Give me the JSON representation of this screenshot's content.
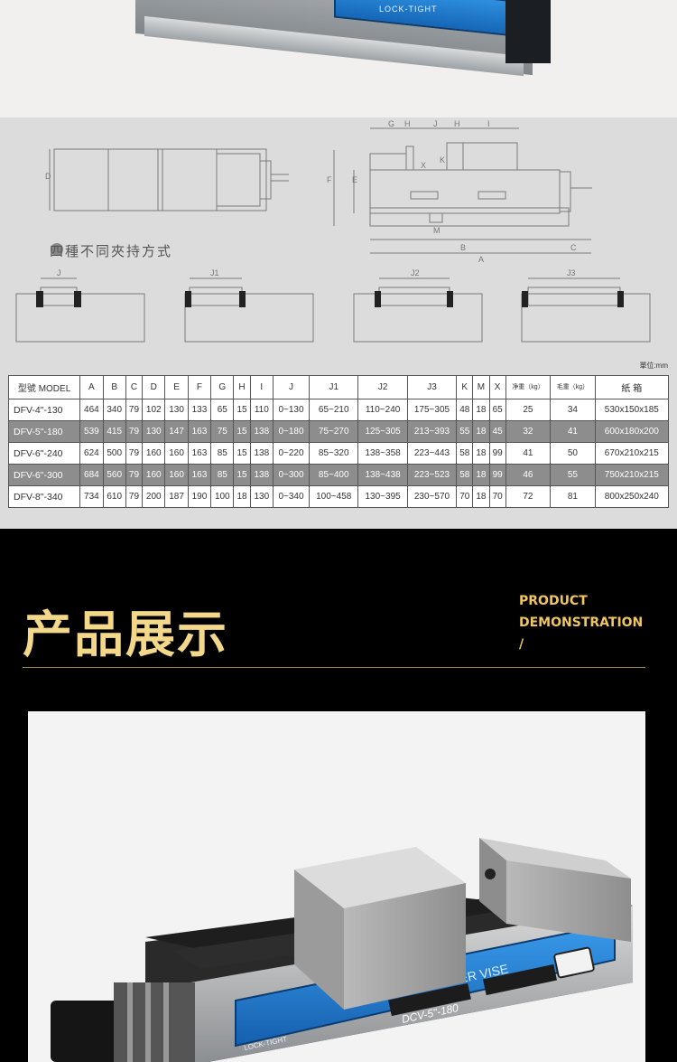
{
  "top_photo": {
    "brand_label": "LOCK-TIGHT"
  },
  "drawing": {
    "dim_labels": [
      "G",
      "H",
      "J",
      "H",
      "I",
      "X",
      "K",
      "F",
      "E",
      "D",
      "B",
      "A",
      "C",
      "M"
    ],
    "clamp_caption": "四種不同夾持方式",
    "variant_labels": [
      "J",
      "J1",
      "J2",
      "J3"
    ],
    "unit": "單位:mm"
  },
  "table": {
    "headers": [
      "型號 MODEL",
      "A",
      "B",
      "C",
      "D",
      "E",
      "F",
      "G",
      "H",
      "I",
      "J",
      "J1",
      "J2",
      "J3",
      "K",
      "M",
      "X",
      "净重（kg）",
      "毛重（kg）",
      "紙 箱"
    ],
    "rows": [
      [
        "DFV-4\"-130",
        "464",
        "340",
        "79",
        "102",
        "130",
        "133",
        "65",
        "15",
        "110",
        "0~130",
        "65~210",
        "110~240",
        "175~305",
        "48",
        "18",
        "65",
        "25",
        "34",
        "530x150x185"
      ],
      [
        "DFV-5\"-180",
        "539",
        "415",
        "79",
        "130",
        "147",
        "163",
        "75",
        "15",
        "138",
        "0~180",
        "75~270",
        "125~305",
        "213~393",
        "55",
        "18",
        "45",
        "32",
        "41",
        "600x180x200"
      ],
      [
        "DFV-6\"-240",
        "624",
        "500",
        "79",
        "160",
        "160",
        "163",
        "85",
        "15",
        "138",
        "0~220",
        "85~320",
        "138~358",
        "223~443",
        "58",
        "18",
        "99",
        "41",
        "50",
        "670x210x215"
      ],
      [
        "DFV-6\"-300",
        "684",
        "560",
        "79",
        "160",
        "160",
        "163",
        "85",
        "15",
        "138",
        "0~300",
        "85~400",
        "138~438",
        "223~523",
        "58",
        "18",
        "99",
        "46",
        "55",
        "750x210x215"
      ],
      [
        "DFV-8\"-340",
        "734",
        "610",
        "79",
        "200",
        "187",
        "190",
        "100",
        "18",
        "130",
        "0~340",
        "100~458",
        "130~395",
        "230~570",
        "70",
        "18",
        "70",
        "72",
        "81",
        "800x250x240"
      ]
    ]
  },
  "demo": {
    "title": "产品展示",
    "en_line1": "PRODUCT",
    "en_line2": "DEMONSTRATION",
    "en_line3": "/"
  },
  "photo": {
    "vise_text": "MC COMPACT POWER VISE",
    "model_text": "DCV-5\"-180",
    "brand_label": "LOCK-TIGHT"
  },
  "colors": {
    "gold": "#f4d88a",
    "blue": "#1f7fd6",
    "table_dark": "#8d8d8d"
  }
}
